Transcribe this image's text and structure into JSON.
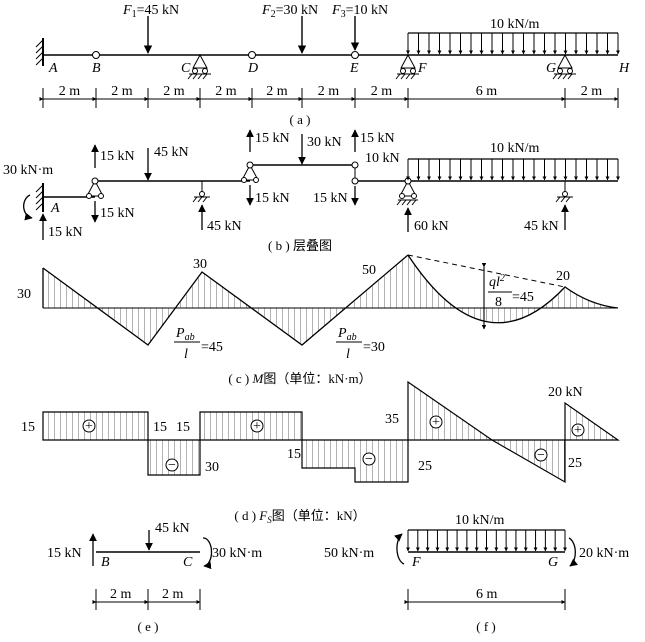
{
  "beam_a": {
    "forces": {
      "F1": "45 kN",
      "F2": "30 kN",
      "F3": "10 kN"
    },
    "load": "10 kN/m",
    "points": [
      "A",
      "B",
      "C",
      "D",
      "E",
      "F",
      "G",
      "H"
    ],
    "spans": [
      "2 m",
      "2 m",
      "2 m",
      "2 m",
      "2 m",
      "2 m",
      "2 m",
      "6 m",
      "2 m"
    ],
    "caption": "( a )"
  },
  "beam_b": {
    "labels": {
      "moment_A": "30 kN·m",
      "A": "A",
      "r_A": "15 kN",
      "b1_up": "15 kN",
      "b1_down": "15 kN",
      "mid_45": "45 kN",
      "r_C": "45 kN",
      "d_up": "15 kN",
      "d_down": "15 kN",
      "load_30": "30 kN",
      "e_up": "15 kN",
      "e_10": "10 kN",
      "e_down": "15 kN",
      "load": "10 kN/m",
      "r_F": "60 kN",
      "r_G": "45 kN"
    },
    "caption": "( b ) 层叠图"
  },
  "moment": {
    "values": {
      "left": "30",
      "peak1": "30",
      "peak2": "50",
      "right": "20",
      "ql2": "ql²/8=45",
      "p1": "45",
      "p2": "30"
    },
    "pab": "P",
    "sub": "ab",
    "den": "l",
    "caption_a": "( c ) ",
    "caption_m": "M",
    "caption_b": "图（单位：kN·m）"
  },
  "shear": {
    "values": {
      "l15": "15",
      "m15a": "15",
      "m15b": "15",
      "v30": "30",
      "v15c": "15",
      "v35": "35",
      "v25a": "25",
      "v25b": "25",
      "top20": "20 kN"
    },
    "caption_a": "( d ) ",
    "caption_f": "F",
    "caption_s": "S",
    "caption_b": "图（单位：kN）"
  },
  "fig_e": {
    "f45": "45 kN",
    "f15": "15 kN",
    "m30": "30 kN·m",
    "B": "B",
    "C": "C",
    "d1": "2 m",
    "d2": "2 m",
    "caption": "( e )"
  },
  "fig_f": {
    "load": "10 kN/m",
    "m50": "50 kN·m",
    "f20": "20 kN·m",
    "F": "F",
    "G": "G",
    "d": "6 m",
    "caption": "( f )"
  }
}
